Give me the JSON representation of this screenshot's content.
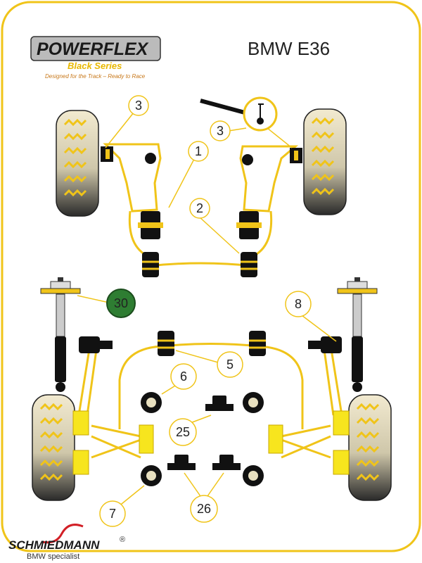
{
  "title": "BMW E36",
  "logo": {
    "main": "POWERFLEX",
    "sub": "Black Series",
    "tagline": "Designed for the Track – Ready to Race"
  },
  "footer": {
    "brand": "SCHMIEDMANN",
    "registered": "®",
    "sub": "BMW specialist"
  },
  "callouts": [
    "3",
    "3",
    "1",
    "2",
    "30",
    "8",
    "6",
    "5",
    "25",
    "7",
    "26"
  ],
  "colors": {
    "frame": "#f0c419",
    "bushing_yellow": "#f7e51e",
    "black": "#111111",
    "callout_green": "#2e7d32"
  }
}
